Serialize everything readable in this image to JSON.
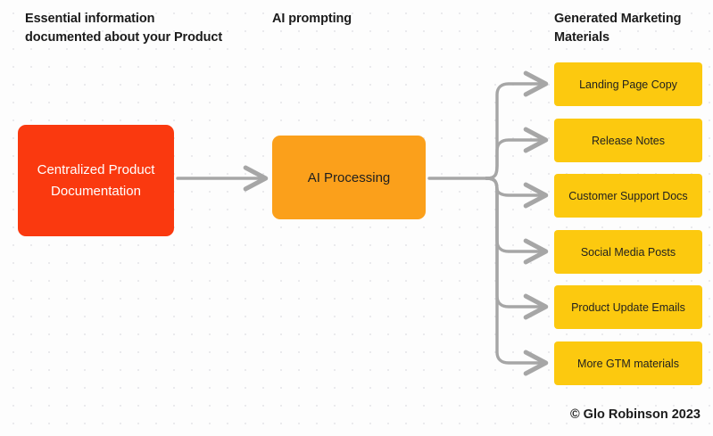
{
  "diagram": {
    "background_color": "#fdfdfd",
    "dot_grid_color": "#e6e6ea",
    "connector_color": "#a6a6a6"
  },
  "headings": {
    "left": "Essential information documented about your Product",
    "middle": "AI prompting",
    "right": "Generated Marketing Materials"
  },
  "nodes": {
    "source": {
      "label": "Centralized Product Documentation",
      "color": "#fa390f",
      "text_color": "#ffffff"
    },
    "process": {
      "label": "AI Processing",
      "color": "#fba01b",
      "text_color": "#1f1f1f"
    }
  },
  "outputs": [
    {
      "label": "Landing Page Copy",
      "color": "#fcc90f"
    },
    {
      "label": "Release Notes",
      "color": "#fcc90f"
    },
    {
      "label": "Customer Support Docs",
      "color": "#fcc90f"
    },
    {
      "label": "Social Media Posts",
      "color": "#fcc90f"
    },
    {
      "label": "Product Update Emails",
      "color": "#fcc90f"
    },
    {
      "label": "More GTM materials",
      "color": "#fcc90f"
    }
  ],
  "credit": "© Glo Robinson 2023"
}
